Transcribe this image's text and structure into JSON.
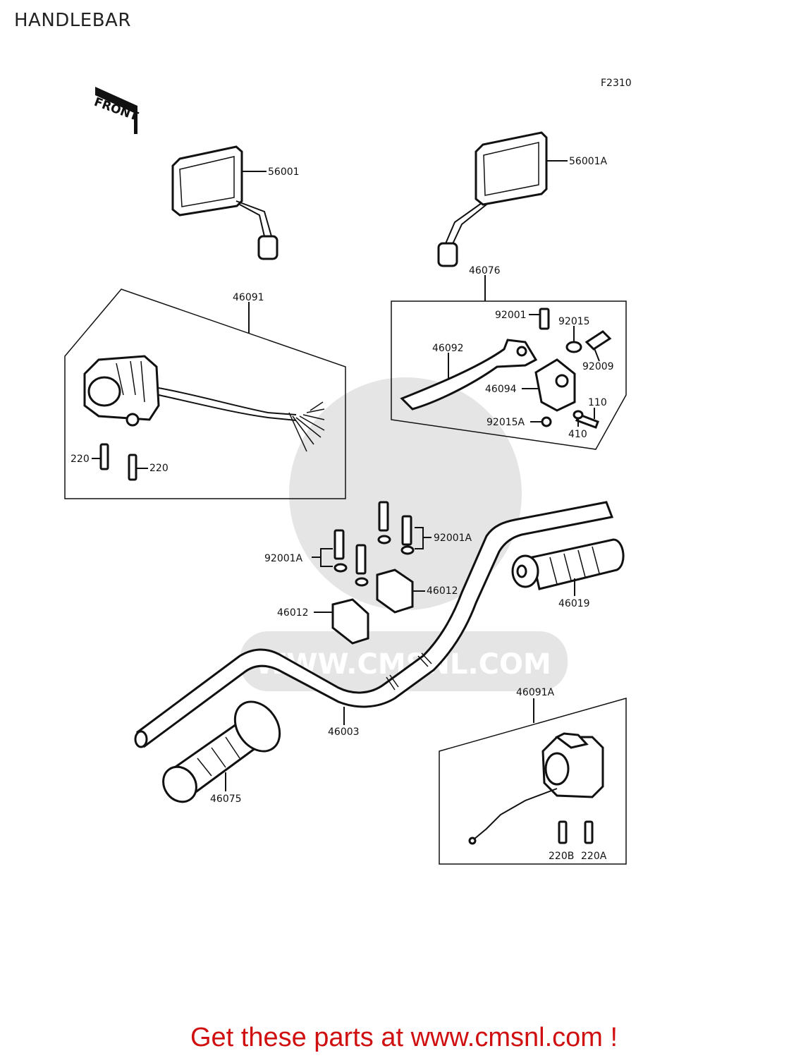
{
  "title": "HANDLEBAR",
  "figure_code": "F2310",
  "front_label": "FRONT",
  "watermark_text": "WWW.CMSNL.COM",
  "banner": "Get these parts at www.cmsnl.com !",
  "labels": {
    "p56001": "56001",
    "p56001A": "56001A",
    "p46076": "46076",
    "p46091": "46091",
    "p92001": "92001",
    "p92015": "92015",
    "p92009": "92009",
    "p46092": "46092",
    "p46094": "46094",
    "p110": "110",
    "p92015A": "92015A",
    "p410": "410",
    "p220a": "220",
    "p220b": "220",
    "p92001A_r": "92001A",
    "p92001A_l": "92001A",
    "p46012_r": "46012",
    "p46012_l": "46012",
    "p46019": "46019",
    "p46003": "46003",
    "p46091A": "46091A",
    "p46075": "46075",
    "p220B": "220B",
    "p220A": "220A"
  },
  "colors": {
    "banner": "#d01010",
    "ink": "#111111",
    "watermark": "#cfcfcf"
  }
}
